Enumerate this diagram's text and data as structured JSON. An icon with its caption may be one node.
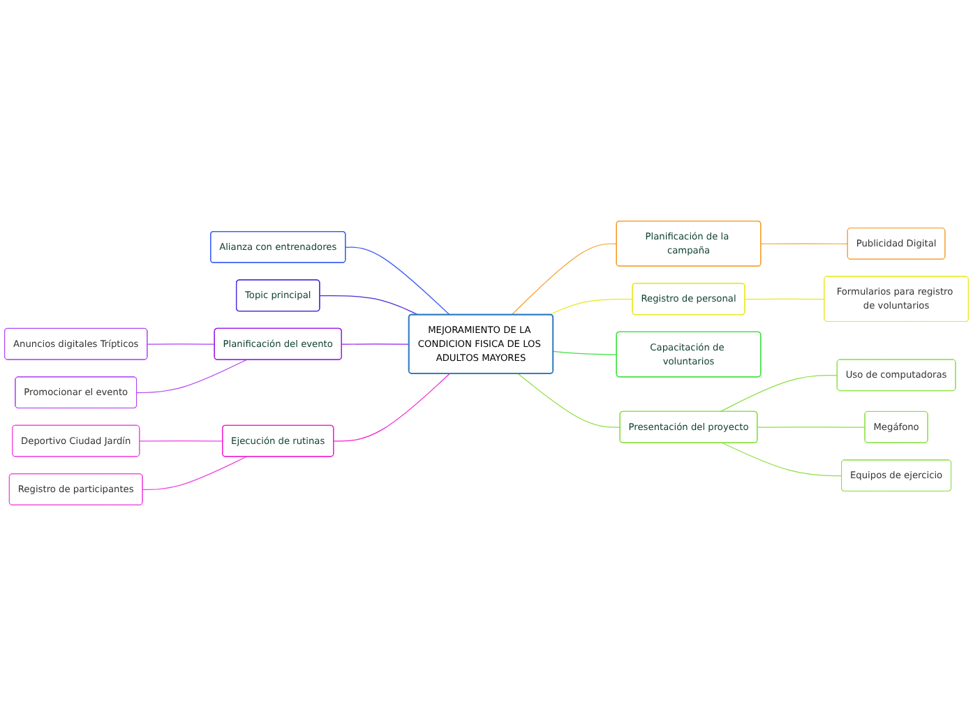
{
  "diagram": {
    "nodes": [
      {
        "text": [
          "MEJORAMIENTO DE LA CONDICION FISICA DE LOS ADULTOS MAYORES"
        ]
      },
      {
        "text": [
          "Alianza con entrenadores"
        ]
      },
      {
        "text": [
          "Topic principal"
        ]
      },
      {
        "text": [
          "Planificación del evento"
        ]
      },
      {
        "text": [
          "Anuncios digitales Trípticos"
        ]
      },
      {
        "text": [
          "Promocionar el evento"
        ]
      },
      {
        "text": [
          "Ejecución de rutinas"
        ]
      },
      {
        "text": [
          "Deportivo Ciudad Jardín"
        ]
      },
      {
        "text": [
          "Registro de participantes"
        ]
      },
      {
        "text": [
          "Planificación de la campaña"
        ]
      },
      {
        "text": [
          "Publicidad Digital"
        ]
      },
      {
        "text": [
          "Registro de personal"
        ]
      },
      {
        "text": [
          "Formularios para registro de voluntarios"
        ]
      },
      {
        "text": [
          "Capacitación de voluntarios"
        ]
      },
      {
        "text": [
          "Presentación del proyecto"
        ]
      },
      {
        "text": [
          "Uso de computadoras"
        ]
      },
      {
        "text": [
          "Megáfono"
        ]
      },
      {
        "text": [
          "Equipos de ejercicio"
        ]
      }
    ],
    "edges": [
      {
        "from": 1,
        "to": 0,
        "arrow": "none",
        "color": "#3a5cf5"
      },
      {
        "from": 2,
        "to": 0,
        "arrow": "none",
        "color": "#4a2ad8"
      },
      {
        "from": 3,
        "to": 0,
        "arrow": "none",
        "color": "#9b1ee6"
      },
      {
        "from": 4,
        "to": 3,
        "arrow": "none",
        "color": "#b040f0"
      },
      {
        "from": 5,
        "to": 3,
        "arrow": "none",
        "color": "#b040f0"
      },
      {
        "from": 6,
        "to": 0,
        "arrow": "none",
        "color": "#f020d0"
      },
      {
        "from": 7,
        "to": 6,
        "arrow": "none",
        "color": "#f040e0"
      },
      {
        "from": 8,
        "to": 6,
        "arrow": "none",
        "color": "#f040e0"
      },
      {
        "from": 0,
        "to": 9,
        "arrow": "none",
        "color": "#f5a030"
      },
      {
        "from": 9,
        "to": 10,
        "arrow": "none",
        "color": "#f5a030"
      },
      {
        "from": 0,
        "to": 11,
        "arrow": "none",
        "color": "#e8e820"
      },
      {
        "from": 11,
        "to": 12,
        "arrow": "none",
        "color": "#e8e820"
      },
      {
        "from": 0,
        "to": 13,
        "arrow": "none",
        "color": "#40e040"
      },
      {
        "from": 0,
        "to": 14,
        "arrow": "none",
        "color": "#8ae040"
      },
      {
        "from": 14,
        "to": 15,
        "arrow": "none",
        "color": "#8ae040"
      },
      {
        "from": 14,
        "to": 16,
        "arrow": "none",
        "color": "#8ae040"
      },
      {
        "from": 14,
        "to": 17,
        "arrow": "none",
        "color": "#8ae040"
      }
    ]
  }
}
